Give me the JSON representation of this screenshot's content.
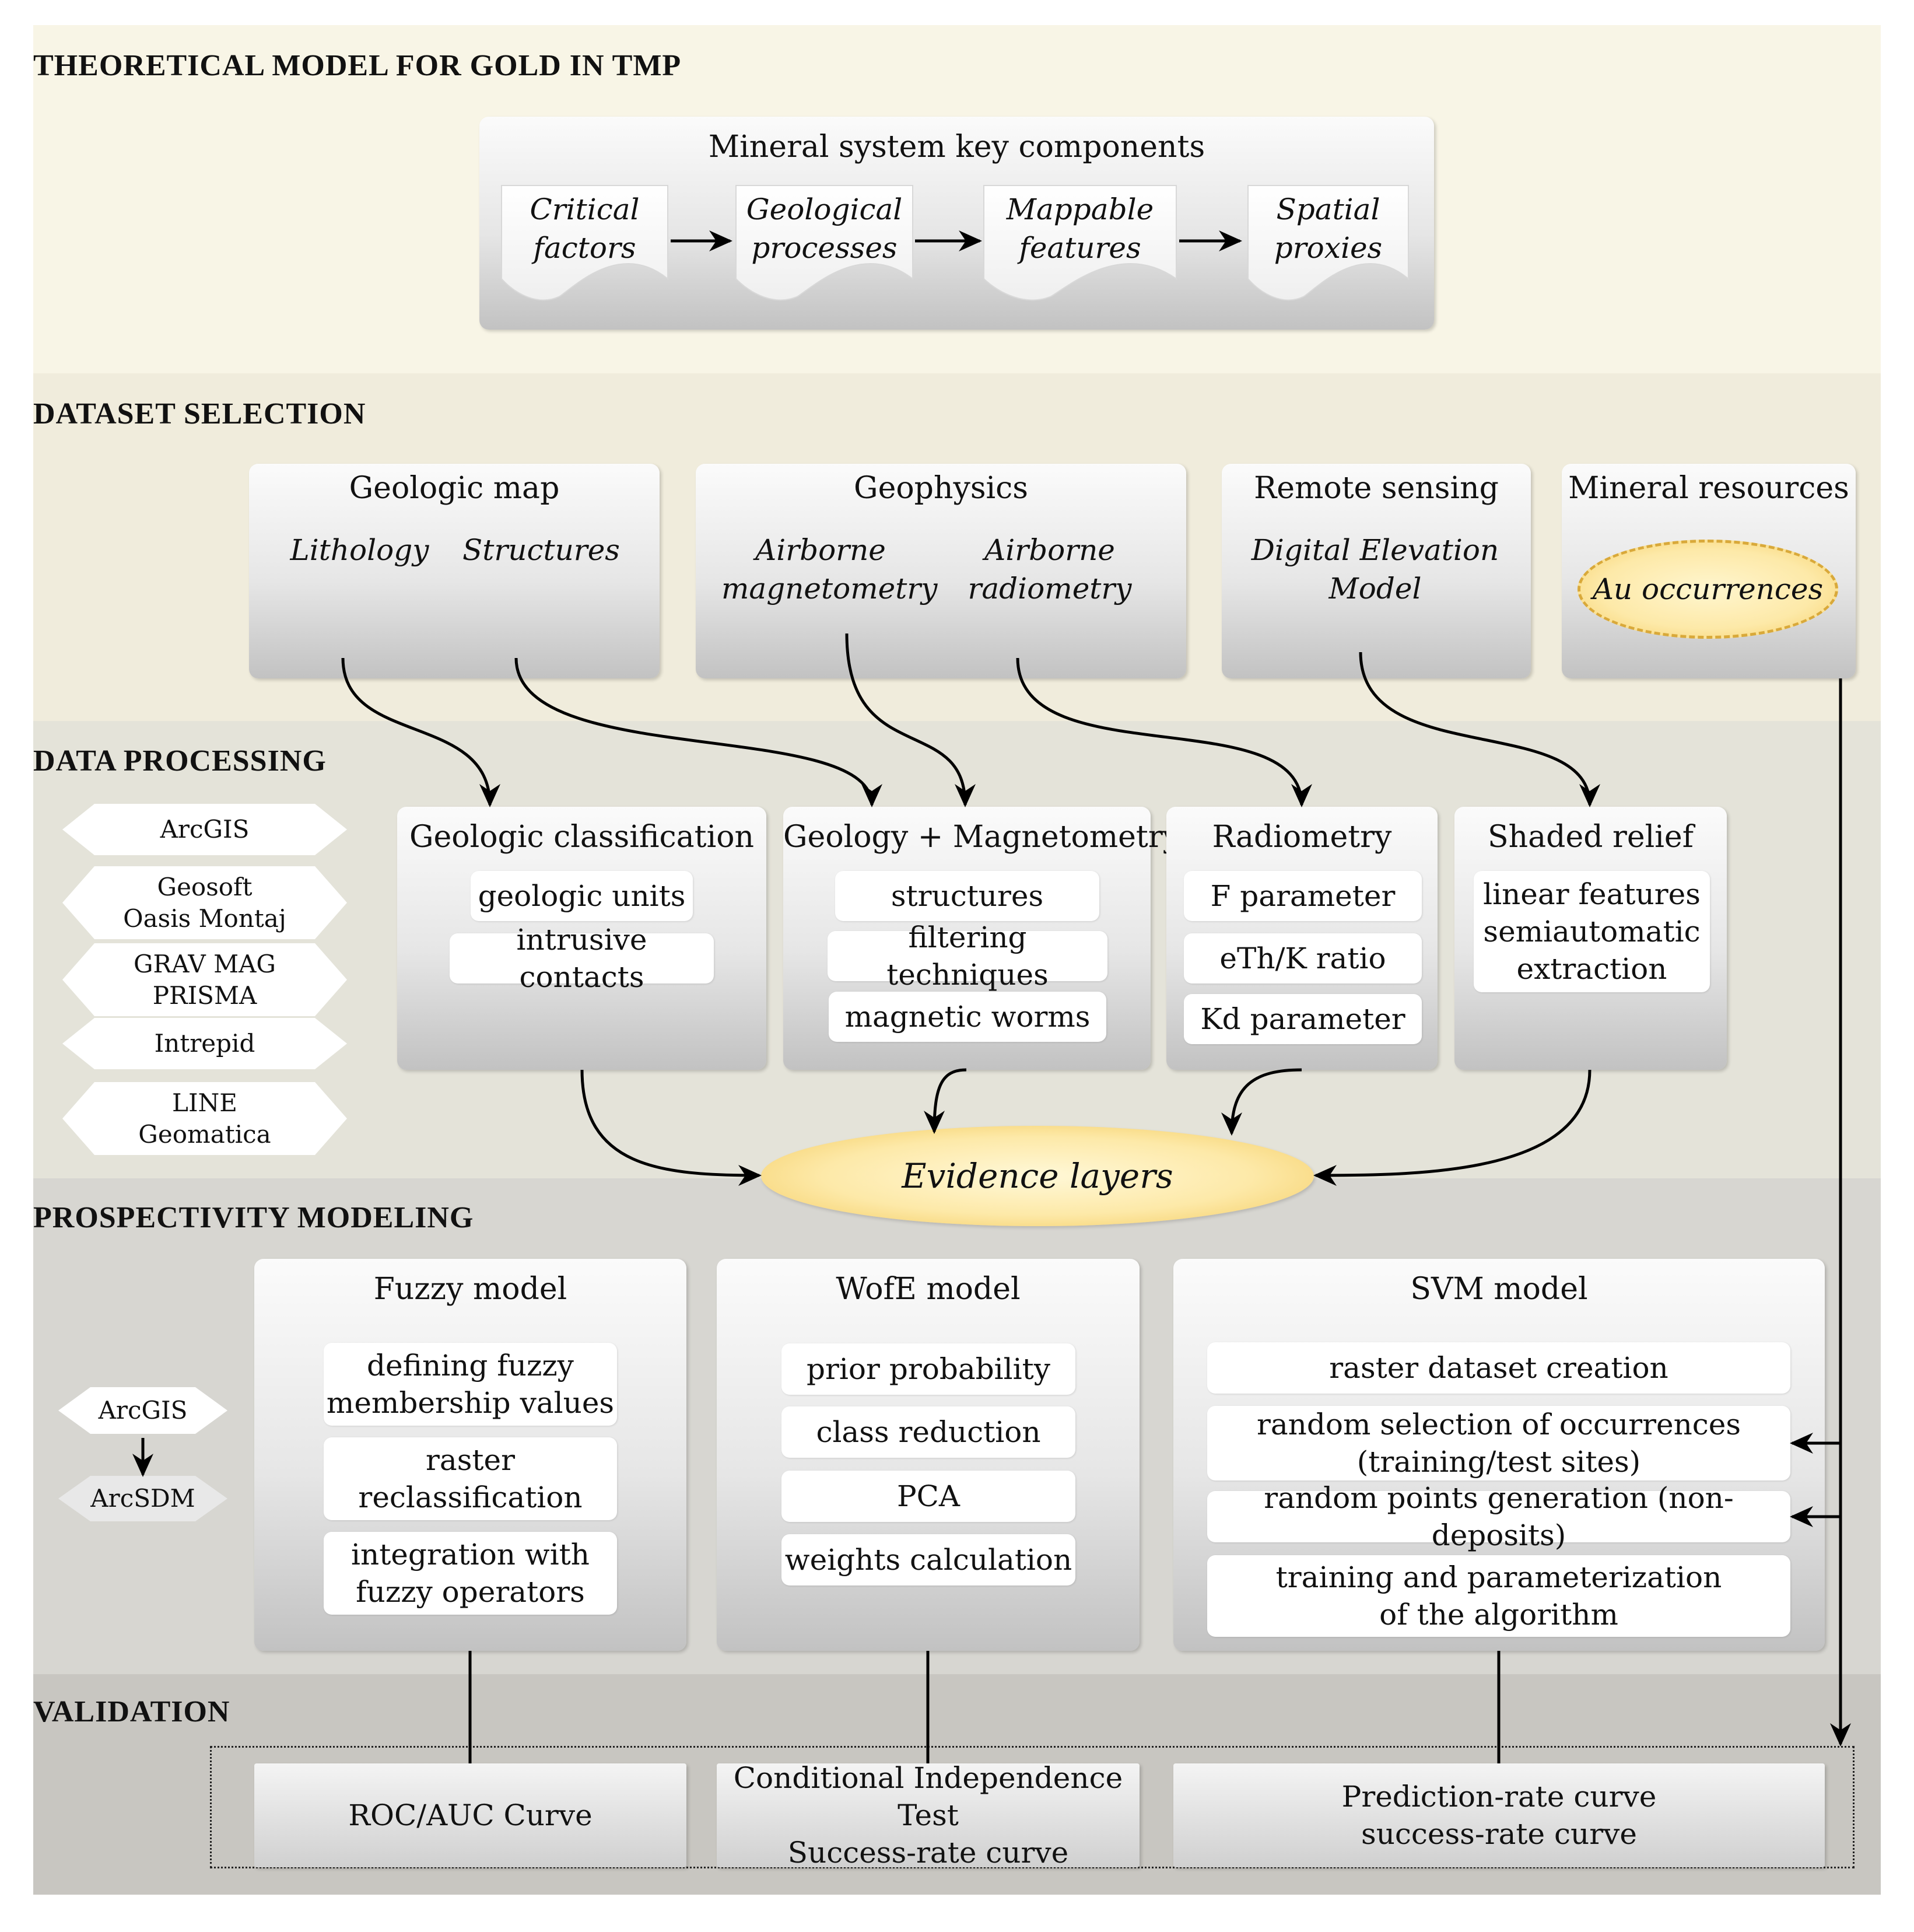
{
  "sections": {
    "theoretical": "THEORETICAL MODEL FOR GOLD IN TMP",
    "dataset": "DATASET SELECTION",
    "processing": "DATA PROCESSING",
    "modeling": "PROSPECTIVITY MODELING",
    "validation": "VALIDATION"
  },
  "mineral_system": {
    "title": "Mineral system key components",
    "steps": [
      [
        "Critical",
        "factors"
      ],
      [
        "Geological",
        "processes"
      ],
      [
        "Mappable",
        "features"
      ],
      [
        "Spatial",
        "proxies"
      ]
    ]
  },
  "datasets": {
    "geologic_map": {
      "title": "Geologic map",
      "docs": [
        [
          "Lithology"
        ],
        [
          "Structures"
        ]
      ]
    },
    "geophysics": {
      "title": "Geophysics",
      "docs": [
        [
          "Airborne",
          "magnetometry"
        ],
        [
          "Airborne",
          "radiometry"
        ]
      ]
    },
    "remote_sensing": {
      "title": "Remote sensing",
      "docs": [
        [
          "Digital Elevation",
          "Model"
        ]
      ]
    },
    "mineral_resources": {
      "title": "Mineral resources",
      "ellipse": "Au occurrences"
    }
  },
  "processing_software": [
    [
      "ArcGIS"
    ],
    [
      "Geosoft",
      "Oasis Montaj"
    ],
    [
      "GRAV MAG",
      "PRISMA"
    ],
    [
      "Intrepid"
    ],
    [
      "LINE",
      "Geomatica"
    ]
  ],
  "processing": {
    "geologic_classification": {
      "title": "Geologic classification",
      "items": [
        "geologic units",
        "intrusive contacts"
      ]
    },
    "geology_magnetometry": {
      "title": "Geology + Magnetometry",
      "items": [
        "structures",
        "filtering techniques",
        "magnetic worms"
      ]
    },
    "radiometry": {
      "title": "Radiometry",
      "items": [
        "F parameter",
        "eTh/K ratio",
        "Kd parameter"
      ]
    },
    "shaded_relief": {
      "title": "Shaded relief",
      "items": [
        [
          "linear features",
          "semiautomatic",
          "extraction"
        ]
      ]
    }
  },
  "evidence_layers": "Evidence layers",
  "modeling_software": [
    "ArcGIS",
    "ArcSDM"
  ],
  "models": {
    "fuzzy": {
      "title": "Fuzzy model",
      "items": [
        [
          "defining fuzzy",
          "membership values"
        ],
        [
          "raster",
          "reclassification"
        ],
        [
          "integration with",
          "fuzzy operators"
        ]
      ]
    },
    "wofe": {
      "title": "WofE model",
      "items": [
        "prior probability",
        "class reduction",
        "PCA",
        "weights calculation"
      ]
    },
    "svm": {
      "title": "SVM model",
      "items": [
        [
          "raster dataset creation"
        ],
        [
          "random selection of occurrences",
          "(training/test sites)"
        ],
        [
          "random points generation (non-deposits)"
        ],
        [
          "training and parameterization",
          "of the algorithm"
        ]
      ]
    }
  },
  "validation": [
    [
      "ROC/AUC Curve"
    ],
    [
      "Conditional Independence Test",
      "Success-rate curve"
    ],
    [
      "Prediction-rate curve",
      "success-rate curve"
    ]
  ],
  "colors": {
    "band1": "#f8f5e6",
    "band2": "#f0ecdc",
    "band3": "#e4e3d9",
    "band4": "#d7d6d1",
    "band5": "#c8c6c1",
    "ellipse_fill": "#fde9a8",
    "ellipse_edge": "#d9a93a"
  }
}
